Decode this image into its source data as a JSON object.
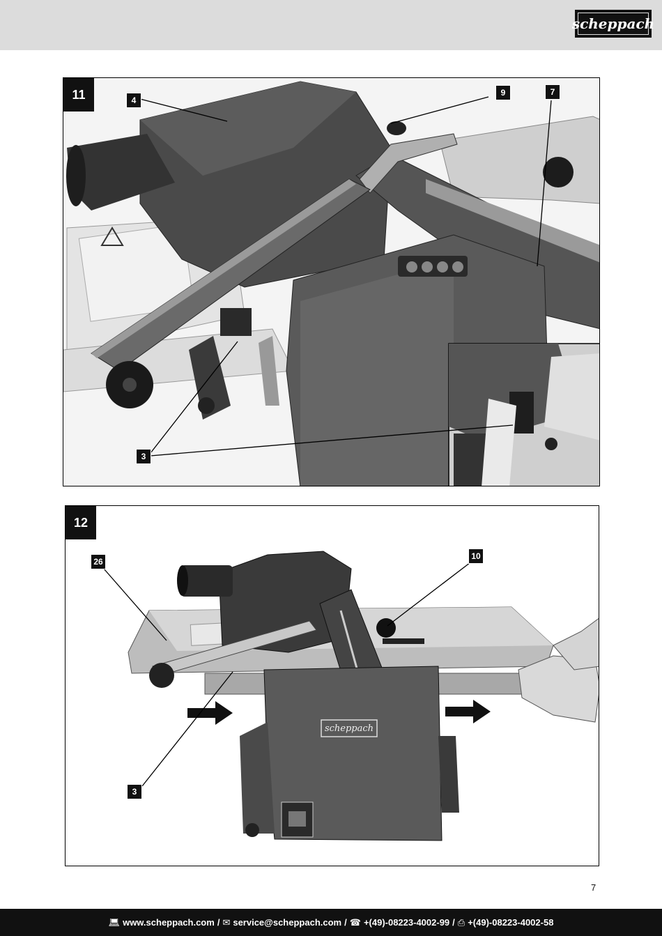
{
  "brand": {
    "logo_text": "scheppach"
  },
  "figures": [
    {
      "number": "11",
      "callouts": [
        "4",
        "9",
        "7",
        "3"
      ]
    },
    {
      "number": "12",
      "callouts": [
        "26",
        "10",
        "3"
      ],
      "machine_logo": "scheppach"
    }
  ],
  "page_number": "7",
  "footer": {
    "web_icon": "computer-icon",
    "website": "www.scheppach.com",
    "mail_icon": "envelope-icon",
    "email": "service@scheppach.com",
    "phone_icon": "telephone-icon",
    "phone": "+(49)-08223-4002-99",
    "fax_icon": "fax-icon",
    "fax": "+(49)-08223-4002-58",
    "separator": "/"
  }
}
